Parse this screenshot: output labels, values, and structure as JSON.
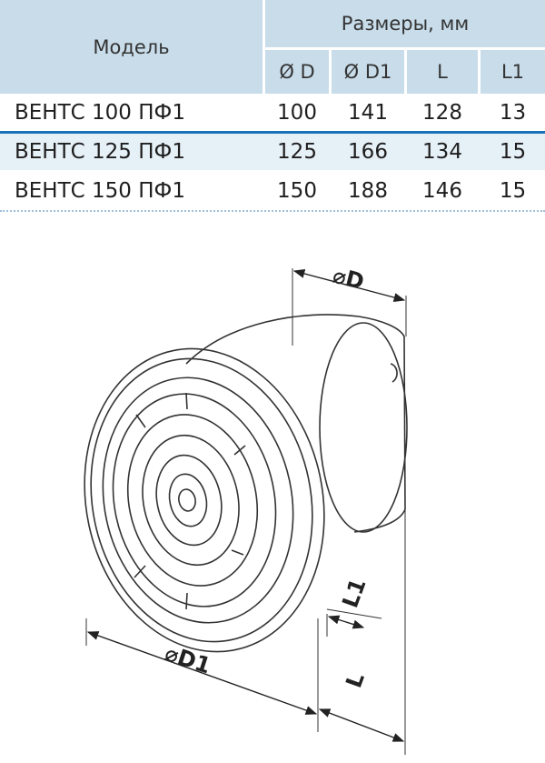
{
  "table": {
    "model_header": "Модель",
    "dims_header": "Размеры, мм",
    "columns": [
      "Ø D",
      "Ø D1",
      "L",
      "L1"
    ],
    "rows": [
      {
        "model": "ВЕНТС 100 ПФ1",
        "values": [
          "100",
          "141",
          "128",
          "13"
        ]
      },
      {
        "model": "ВЕНТС 125 ПФ1",
        "values": [
          "125",
          "166",
          "134",
          "15"
        ]
      },
      {
        "model": "ВЕНТС 150 ПФ1",
        "values": [
          "150",
          "188",
          "146",
          "15"
        ]
      }
    ]
  },
  "drawing": {
    "label_d": "⌀D",
    "label_d1": "⌀D1",
    "label_l": "L",
    "label_l1": "L1"
  }
}
